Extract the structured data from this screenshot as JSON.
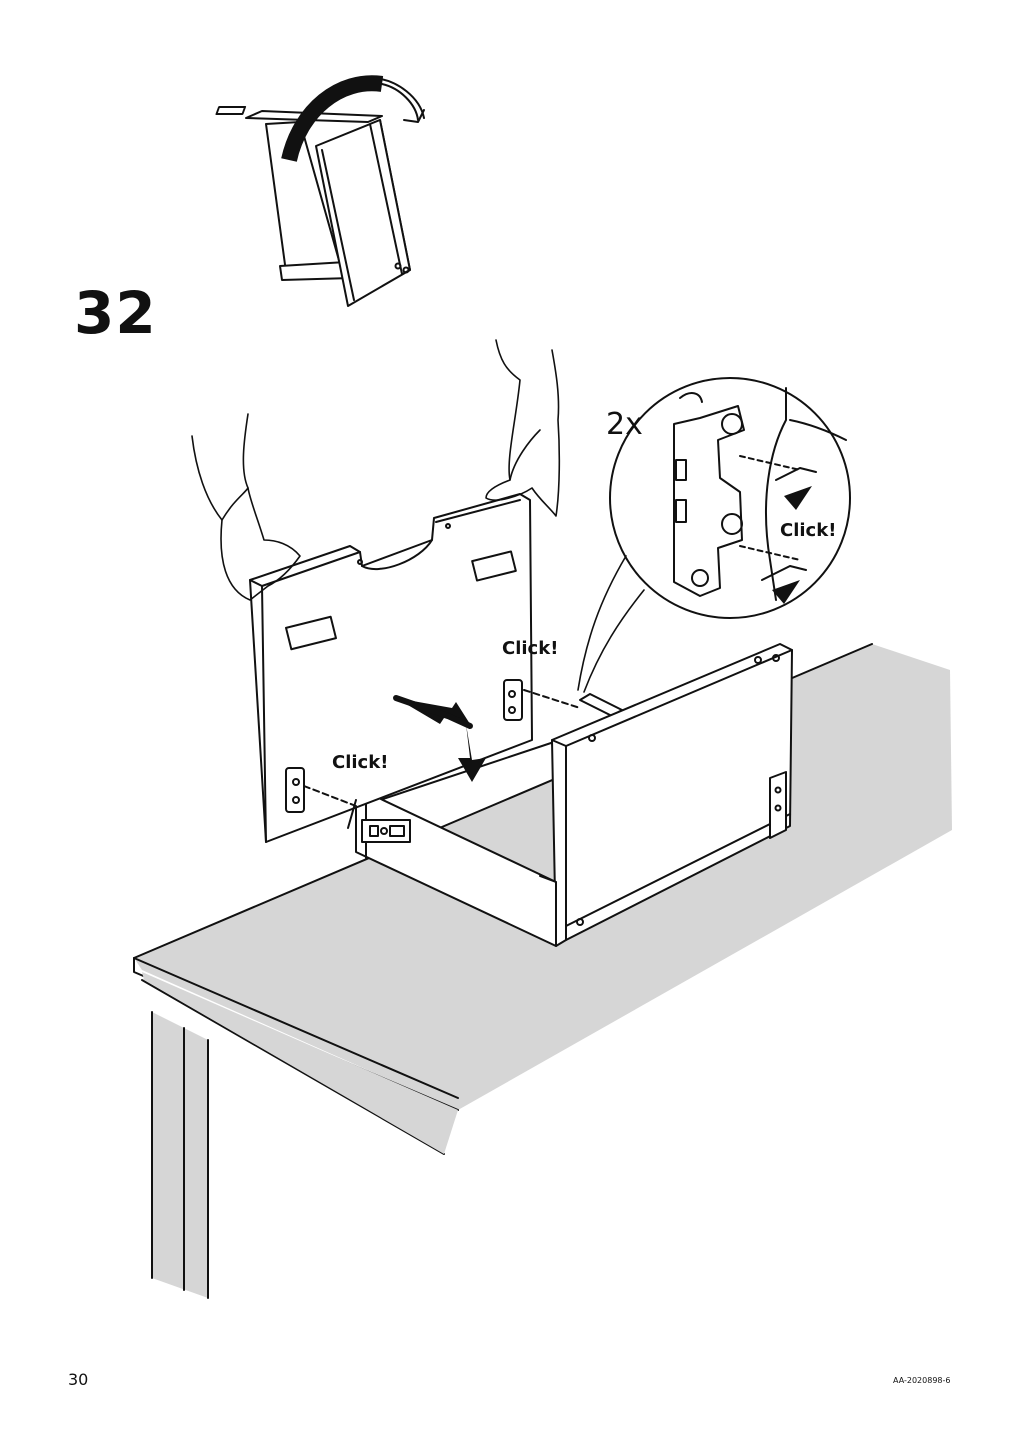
{
  "step": {
    "number": "32"
  },
  "labels": {
    "click_right_panel": "Click!",
    "click_left_panel": "Click!",
    "click_detail": "Click!",
    "quantity": "2x"
  },
  "footer": {
    "page_number": "30",
    "document_code": "AA-2020898-6"
  },
  "colors": {
    "line": "#111111",
    "table_fill": "#d6d6d6",
    "background": "#ffffff"
  }
}
